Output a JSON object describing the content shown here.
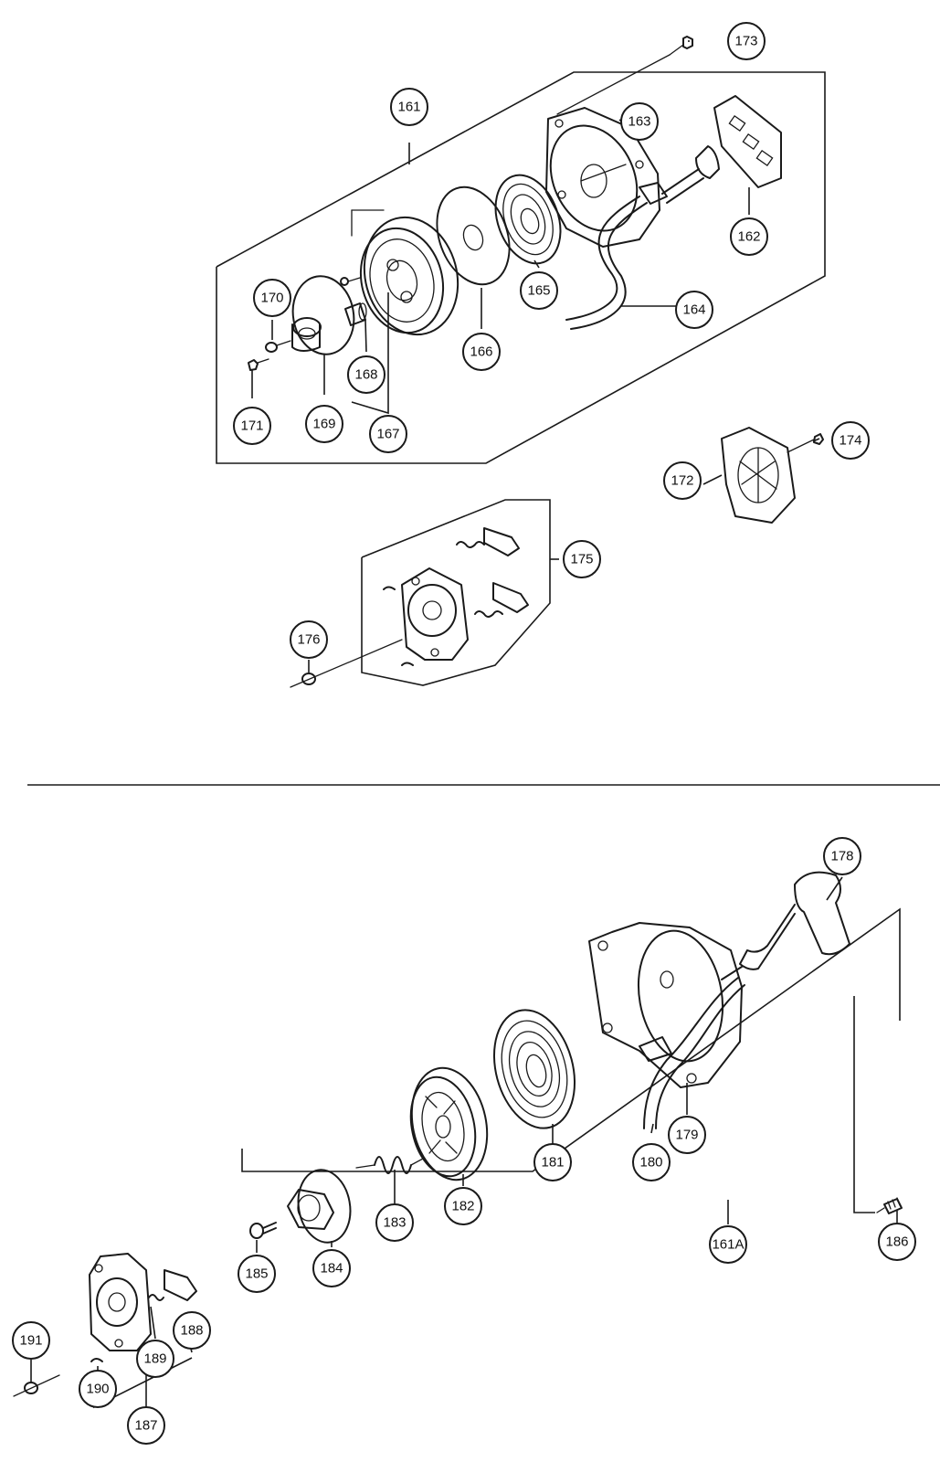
{
  "callouts": [
    "161",
    "162",
    "163",
    "164",
    "165",
    "166",
    "167",
    "168",
    "169",
    "170",
    "171",
    "172",
    "173",
    "174",
    "175",
    "176",
    "178",
    "179",
    "180",
    "181",
    "182",
    "183",
    "184",
    "185",
    "186",
    "161A",
    "187",
    "188",
    "189",
    "190",
    "191"
  ],
  "colors": {
    "ink": "#1a1a1a",
    "paper": "#ffffff"
  }
}
